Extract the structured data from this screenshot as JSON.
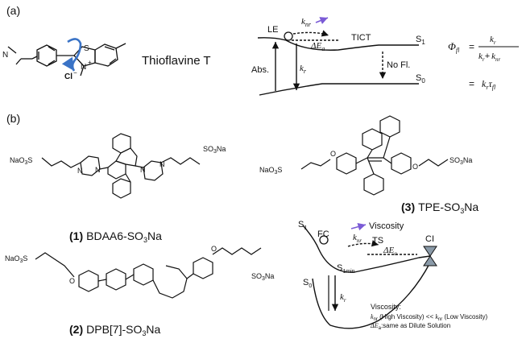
{
  "panel_a": {
    "label": "(a)",
    "molecule_name": "Thioflavine T",
    "atoms": {
      "s": "S",
      "n_plus": "N",
      "n_plus_sign": "+",
      "cl": "Cl",
      "cl_sign": "−"
    },
    "diagram": {
      "le": "LE",
      "tict": "TICT",
      "s1": "S",
      "s1_sub": "1",
      "s0": "S",
      "s0_sub": "0",
      "abs": "Abs.",
      "no_fl": "No Fl.",
      "knr": "k",
      "knr_sub": "nr",
      "kr": "k",
      "kr_sub": "r",
      "dEa": "ΔE",
      "dEa_sub": "a"
    },
    "equation": {
      "phi": "Φ",
      "phi_sub": "fl",
      "eq": "=",
      "num": "k",
      "num_sub": "r",
      "den1": "k",
      "den1_sub": "r",
      "plus": "+",
      "den2": "k",
      "den2_sub": "nr",
      "eq2": "=",
      "rhs_k": "k",
      "rhs_k_sub": "r",
      "rhs_tau": "τ",
      "rhs_tau_sub": "fl"
    }
  },
  "panel_b": {
    "label": "(b)",
    "compound1": {
      "num": "(1)",
      "name": "BDAA6-SO",
      "sub": "3",
      "tail": "Na",
      "left_group": "NaO",
      "left_sub": "3",
      "left_s": "S",
      "right_group": "SO",
      "right_sub": "3",
      "right_na": "Na"
    },
    "compound2": {
      "num": "(2)",
      "name": "DPB[7]-SO",
      "sub": "3",
      "tail": "Na",
      "left_group": "NaO",
      "left_sub": "3",
      "left_s": "S",
      "right_group": "SO",
      "right_sub": "3",
      "right_na": "Na"
    },
    "compound3": {
      "num": "(3)",
      "name": "TPE-SO",
      "sub": "3",
      "tail": "Na",
      "left_group": "NaO",
      "left_sub": "3",
      "left_s": "S",
      "right_group": "SO",
      "right_sub": "3",
      "right_na": "Na",
      "oxygen": "O"
    },
    "oxygen": "O",
    "nitrogen": "N",
    "sulfur": "S",
    "diagram": {
      "s1": "S",
      "s1_sub": "1",
      "fc": "FC",
      "ts": "TS",
      "ci": "CI",
      "s1min": "S",
      "s1min_sub": "1min",
      "s0": "S",
      "s0_sub": "0",
      "viscosity": "Viscosity",
      "knr": "k",
      "knr_sub": "nr",
      "kr": "k",
      "kr_sub": "r",
      "dEa": "ΔE",
      "dEa_sub": "a",
      "note_title": "Viscosity:",
      "note_line2_k1": "k",
      "note_line2_k1_sub": "nr",
      "note_line2_mid": " (High Viscosity) << ",
      "note_line2_k2": "k",
      "note_line2_k2_sub": "nr",
      "note_line2_tail": " (Low Viscosity)",
      "note_line3_de": "ΔE",
      "note_line3_sub": "a",
      "note_line3_tail": ":same as Dilute Solution"
    }
  },
  "colors": {
    "arrow_accent": "#7b5bd6",
    "twist_arrow": "#3a73c6",
    "line": "#111111"
  }
}
